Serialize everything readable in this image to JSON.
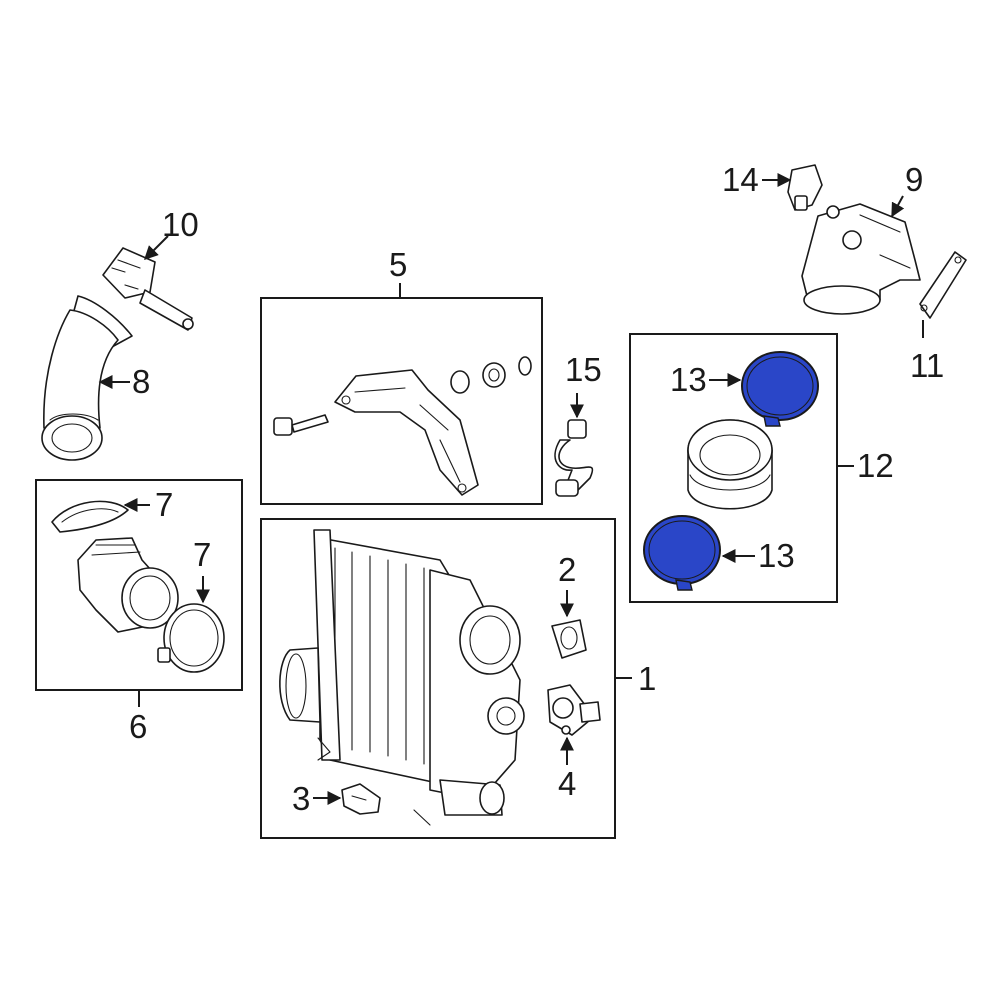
{
  "callouts": {
    "c1": "1",
    "c2": "2",
    "c3": "3",
    "c4": "4",
    "c5": "5",
    "c6": "6",
    "c7a": "7",
    "c7b": "7",
    "c8": "8",
    "c9": "9",
    "c10": "10",
    "c11": "11",
    "c12": "12",
    "c13a": "13",
    "c13b": "13",
    "c14": "14",
    "c15": "15"
  },
  "colors": {
    "highlight": "#2a46c8",
    "line": "#1a1a1a",
    "background": "#ffffff"
  }
}
